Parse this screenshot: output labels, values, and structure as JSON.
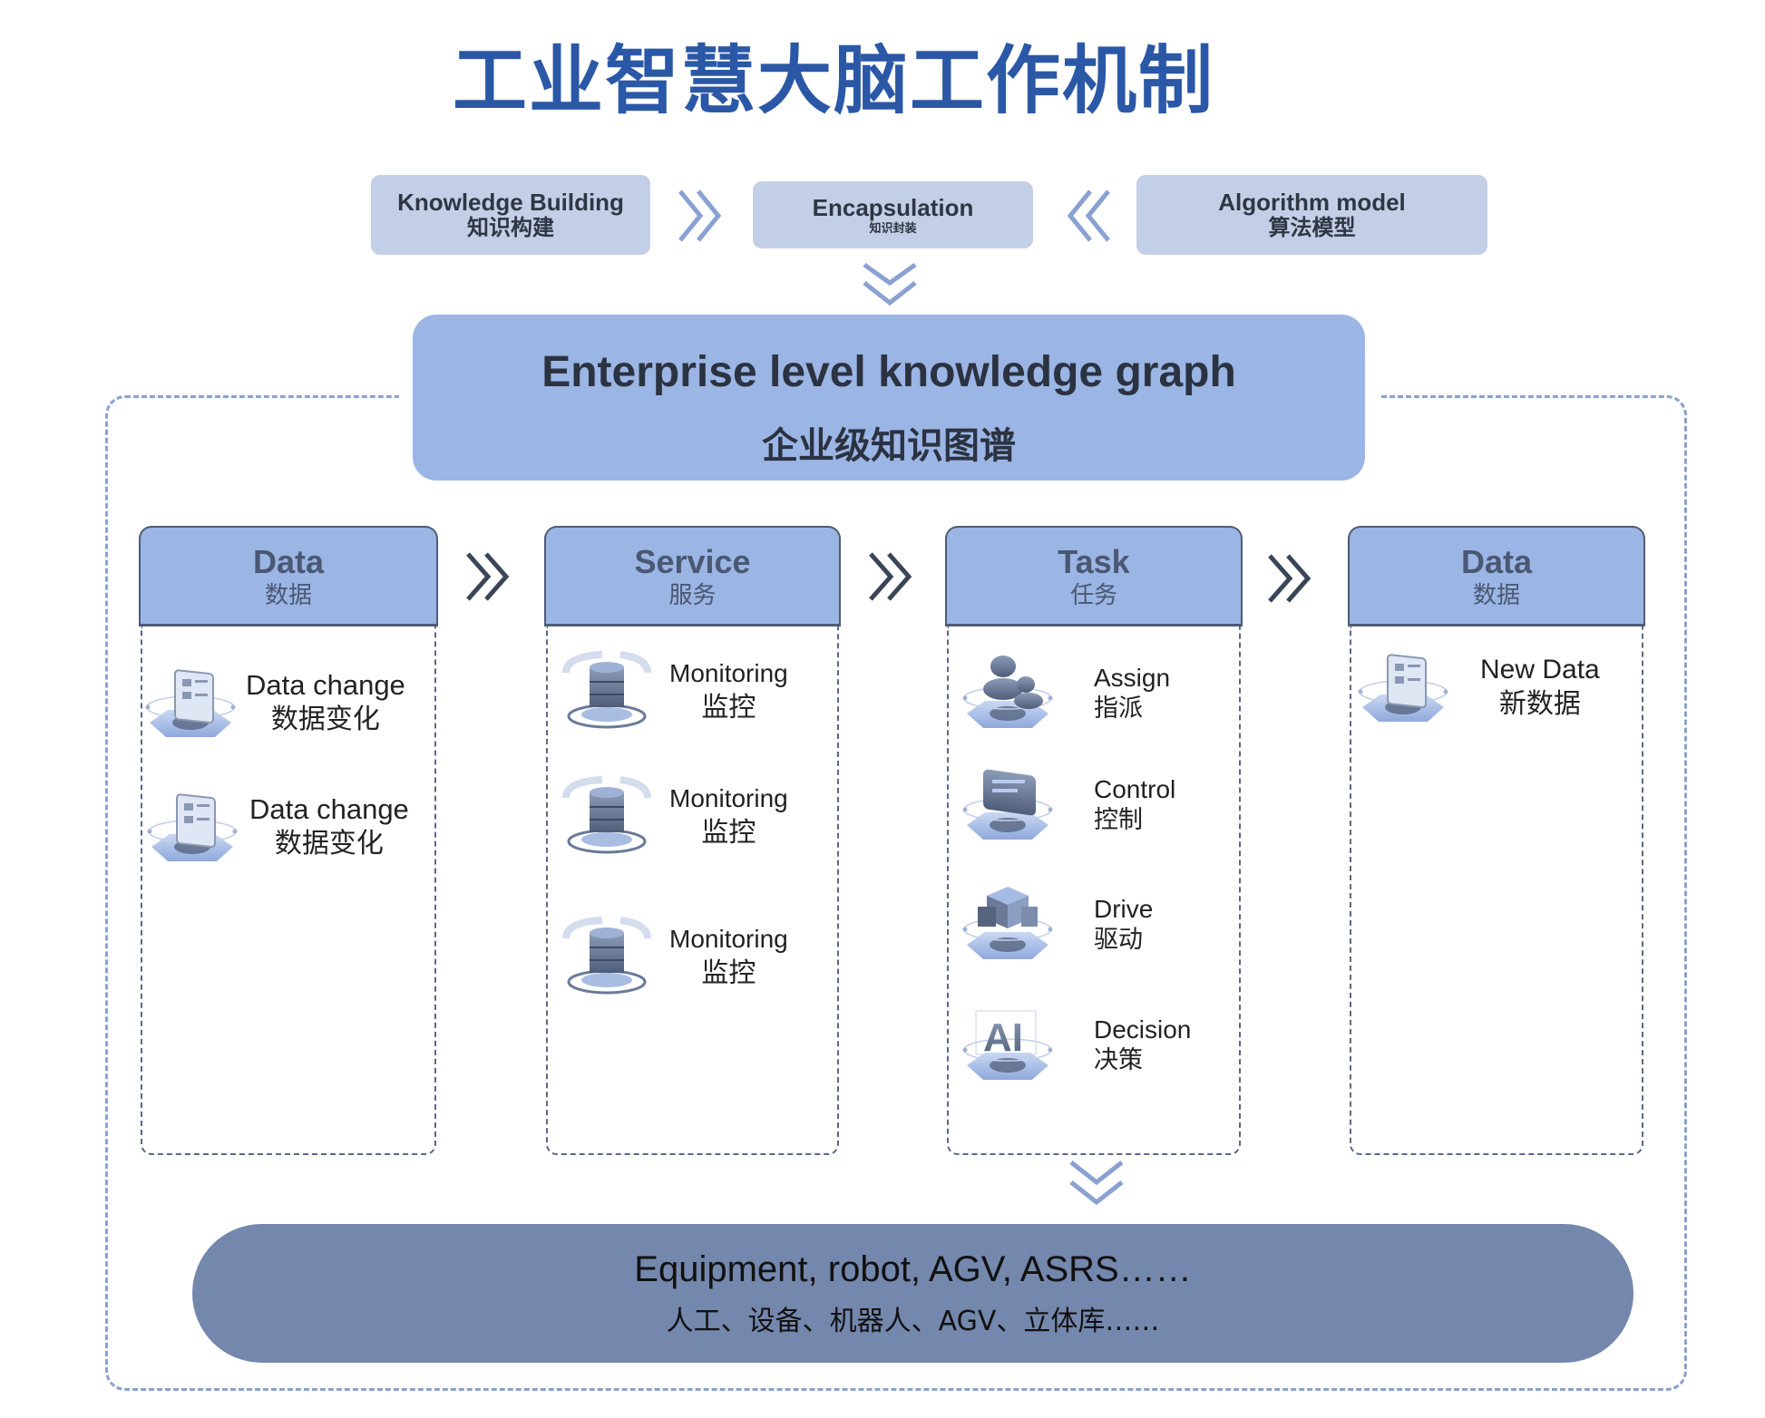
{
  "title": "工业智慧大脑工作机制",
  "top_row": {
    "knowledge_building": {
      "en": "Knowledge Building",
      "zh": "知识构建"
    },
    "encapsulation": {
      "en": "Encapsulation",
      "zh": "知识封装"
    },
    "algorithm_model": {
      "en": "Algorithm model",
      "zh": "算法模型"
    }
  },
  "knowledge_graph": {
    "en": "Enterprise level knowledge graph",
    "zh": "企业级知识图谱"
  },
  "columns": [
    {
      "title_en": "Data",
      "title_zh": "数据",
      "items": [
        {
          "icon": "document-platform-icon",
          "en": "Data change",
          "zh": "数据变化"
        },
        {
          "icon": "document-platform-icon",
          "en": "Data change",
          "zh": "数据变化"
        }
      ]
    },
    {
      "title_en": "Service",
      "title_zh": "服务",
      "items": [
        {
          "icon": "database-monitor-icon",
          "en": "Monitoring",
          "zh": "监控"
        },
        {
          "icon": "database-monitor-icon",
          "en": "Monitoring",
          "zh": "监控"
        },
        {
          "icon": "database-monitor-icon",
          "en": "Monitoring",
          "zh": "监控"
        }
      ]
    },
    {
      "title_en": "Task",
      "title_zh": "任务",
      "items": [
        {
          "icon": "users-platform-icon",
          "en": "Assign",
          "zh": "指派"
        },
        {
          "icon": "screen-platform-icon",
          "en": "Control",
          "zh": "控制"
        },
        {
          "icon": "cube-platform-icon",
          "en": "Drive",
          "zh": "驱动"
        },
        {
          "icon": "ai-platform-icon",
          "en": "Decision",
          "zh": "决策"
        }
      ]
    },
    {
      "title_en": "Data",
      "title_zh": "数据",
      "items": [
        {
          "icon": "document-platform-icon",
          "en": "New Data",
          "zh": "新数据"
        }
      ]
    }
  ],
  "bottom": {
    "en": "Equipment, robot, AGV, ASRS……",
    "zh": "人工、设备、机器人、AGV、立体库……"
  },
  "colors": {
    "title": "#2b58a6",
    "top_box": "#c3cfe6",
    "primary_box": "#9bb5e4",
    "bottom_pill": "#7487ad",
    "light_chevron": "#8aa1d1",
    "dark_chevron": "#3a4558"
  }
}
